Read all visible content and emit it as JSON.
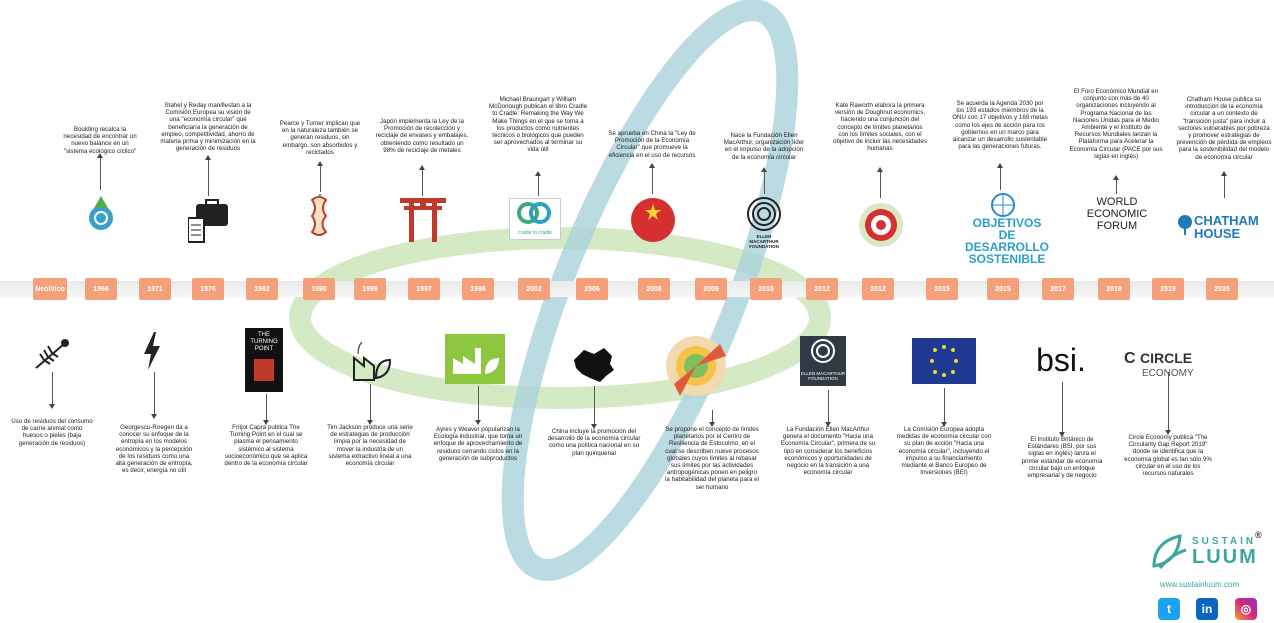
{
  "years": [
    "Neolítico",
    "1966",
    "1971",
    "1976",
    "1982",
    "1990",
    "1996",
    "1997",
    "1998",
    "2002",
    "2006",
    "2008",
    "2009",
    "2010",
    "2012",
    "2012",
    "2015",
    "2015",
    "2017",
    "2018",
    "2019",
    "2020"
  ],
  "top_texts": [
    "Boulding recalca la necesidad de encontrar un nuevo balance en un \"sistema ecológico cíclico\"",
    "Stahel y Reday manifiestan a la Comisión Europea su visión de una \"economía circular\" que beneficiaría la generación de empleo, competitividad, ahorro de materia prima y minimización en la generación de residuos",
    "Pearce y Turner implican que en la naturaleza también se generan residuos, sin embargo, son absorbidos y reciclados",
    "Japón implementa la Ley de la Promoción de recolección y reciclaje de envases y embalajes, obteniendo como resultado un 98% de reciclaje de metales",
    "Michael Braungart y William McDonough publican el libro Cradle to Cradle: Remaking the Way We Make Things en el que se toma a los productos como nutrientes técnicos o biológicos que pueden ser aprovechados al terminar su vida útil",
    "Se aprueba en China la \"Ley de Promoción de la Economía Circular\" que promueve la eficiencia en el uso de recursos",
    "Nace la Fundación Ellen MacArthur, organización líder en el impulso de la adopción de la economía circular",
    "Kate Raworth elabora la primera versión de Doughnut economics, haciendo una conjunción del concepto de límites planetarios con los límites sociales, con el objetivo de incluir las necesidades humanas",
    "Se acuerda la Agenda 2030 por los 193 estados miembros de la ONU con 17 objetivos y 169 metas como los ejes de acción para los gobiernos en un marco para alcanzar un desarrollo sustentable para las generaciones futuras.",
    "El Foro Económico Mundial en conjunto con más de 40 organizaciones incluyendo al Programa Nacional de las Naciones Unidas para el Medio Ambiente y el Instituto de Recursos Mundiales lanzan la Plataforma para Acelerar la Economía Circular (PACE por sus siglas en inglés)",
    "Chatham House publica su introducción de la economía circular a un contexto de \"transición justa\" para incluir a sectores vulnerables por pobreza y promover estrategias de prevención de pérdida de empleos para la sostenibilidad del modelo de economía circular"
  ],
  "bottom_texts": [
    "Uso de residuos del consumo de carne animal como huesos o pieles (baja generación de residuos)",
    "Georgescu-Roegen da a conocer su enfoque de la entropía en los modelos económicos y la percepción de los residuos como una alta generación de entropía, es decir, energía no útil",
    "Fritjot Capra publica The Turning Point en el cual se plasma el pensamiento sistémico al sistema socioeconómico que se aplica dentro de la economía circular",
    "Tim Jackson produce una serie de estrategias de producción limpia por la necesidad de mover la industria de un sistema extractivo lineal a una economía circular",
    "Ayres y Weaver popularizan la Ecología industrial, que toma un enfoque de aprovechamiento de residuos cerrando ciclos en la generación de subproductos",
    "China incluye la promoción del desarrollo de la economía circular como una política nacional en su plan quinquenal",
    "Se propone el concepto de límites planetarios por el Centro de Resiliencia de Estocolmo, en el cual se describen nueve procesos globales cuyos límites al rebasar sus límites por las actividades antropogénicas ponen en peligro la habitabilidad del planeta para el ser humano",
    "La Fundación Ellen MacArthur genera el documento \"Hacia una Economía Circular\", primera de su tipo en considerar los beneficios económicos y oportunidades de negocio en la transición a una economía circular",
    "La Comisión Europea adopta medidas de economía circular con su plan de acción \"Hacia una economía circular\", incluyendo el impulso a su financiamiento mediante el Banco Europeo de Inversiones (BEI)",
    "El Instituto Británico de Estándares (BSI, por sus siglas en inglés) lanza el primer estándar de economía circular bajo un enfoque empresarial y de negocio",
    "Circle Economy publica \"The Circularity Gap Report 2019\" donde se identifica que la economía global es tan sólo 9% circular en el uso de los recursos naturales"
  ],
  "logos": {
    "sdg_line1": "OBJETIVOS",
    "sdg_line2": "DE DESARROLLO",
    "sdg_line3": "SOSTENIBLE",
    "wef_line1": "WORLD",
    "wef_line2": "ECONOMIC",
    "wef_line3": "FORUM",
    "chatham_line1": "CHATHAM",
    "chatham_line2": "HOUSE",
    "bsi": "bsi.",
    "circle_line1": "CIRCLE",
    "circle_line2": "ECONOMY",
    "emf_name": "ELLEN MACARTHUR FOUNDATION",
    "c2c": "cradle to cradle",
    "book_title": "THE TURNING POINT"
  },
  "brand": {
    "line1": "SUSTAIN",
    "line2": "LUUM",
    "reg": "®",
    "url": "www.sustainluum.com"
  },
  "colors": {
    "year_box": "#f4a07a",
    "ring_green": "#b9dfa6",
    "ring_blue": "#8fc3cf",
    "brand_teal": "#3aa7a0"
  }
}
